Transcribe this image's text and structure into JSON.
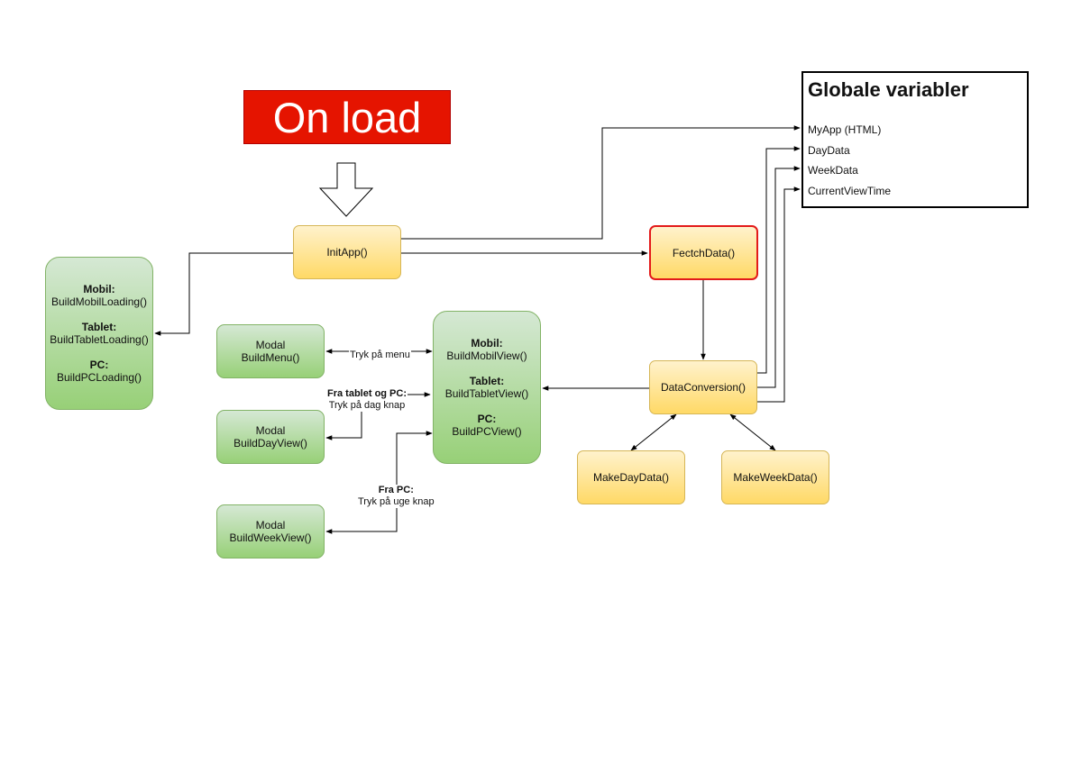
{
  "header": {
    "on_load": "On load"
  },
  "globals": {
    "title": "Globale variabler",
    "vars": [
      "MyApp (HTML)",
      "DayData",
      "WeekData",
      "CurrentViewTime"
    ]
  },
  "nodes": {
    "init_app": "InitApp()",
    "fetch_data": "FectchData()",
    "data_conversion": "DataConversion()",
    "make_day_data": "MakeDayData()",
    "make_week_data": "MakeWeekData()",
    "loading": {
      "mobil_label": "Mobil:",
      "mobil_fn": "BuildMobilLoading()",
      "tablet_label": "Tablet:",
      "tablet_fn": "BuildTabletLoading()",
      "pc_label": "PC:",
      "pc_fn": "BuildPCLoading()"
    },
    "view": {
      "mobil_label": "Mobil:",
      "mobil_fn": "BuildMobilView()",
      "tablet_label": "Tablet:",
      "tablet_fn": "BuildTabletView()",
      "pc_label": "PC:",
      "pc_fn": "BuildPCView()"
    },
    "modal_menu": {
      "title": "Modal",
      "fn": "BuildMenu()"
    },
    "modal_day": {
      "title": "Modal",
      "fn": "BuildDayView()"
    },
    "modal_week": {
      "title": "Modal",
      "fn": "BuildWeekView()"
    }
  },
  "edge_labels": {
    "menu": "Tryk på menu",
    "day_bold": "Fra tablet og PC:",
    "day_text": "Tryk på dag knap",
    "week_bold": "Fra PC:",
    "week_text": "Tryk på uge knap"
  }
}
